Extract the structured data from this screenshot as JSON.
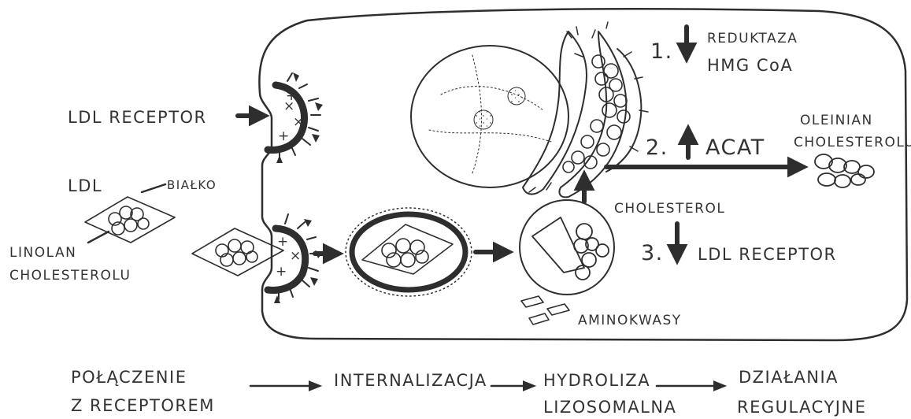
{
  "labels": {
    "ldl_receptor_outside": "LDL RECEPTOR",
    "ldl": "LDL",
    "bialko": "BIAŁKO",
    "linolan_1": "LINOLAN",
    "linolan_2": "CHOLESTEROLU",
    "step1_num": "1.",
    "step1_line1": "REDUKTAZA",
    "step1_line2": "HMG CoA",
    "oleinian_1": "OLEINIAN",
    "oleinian_2": "CHOLESTEROLU",
    "step2_num": "2.",
    "step2_text": "ACAT",
    "cholesterol": "CHOLESTEROL",
    "step3_num": "3.",
    "step3_text": "LDL RECEPTOR",
    "aminokwasy": "AMINOKWASY"
  },
  "process": [
    {
      "line1": "POŁĄCZENIE",
      "line2": "Z RECEPTOREM"
    },
    {
      "line1": "INTERNALIZACJA",
      "line2": ""
    },
    {
      "line1": "HYDROLIZA",
      "line2": "LIZOSOMALNA"
    },
    {
      "line1": "DZIAŁANIA",
      "line2": "REGULACYJNE"
    }
  ],
  "colors": {
    "ink": "#2e2e2e",
    "paper": "#ffffff"
  }
}
